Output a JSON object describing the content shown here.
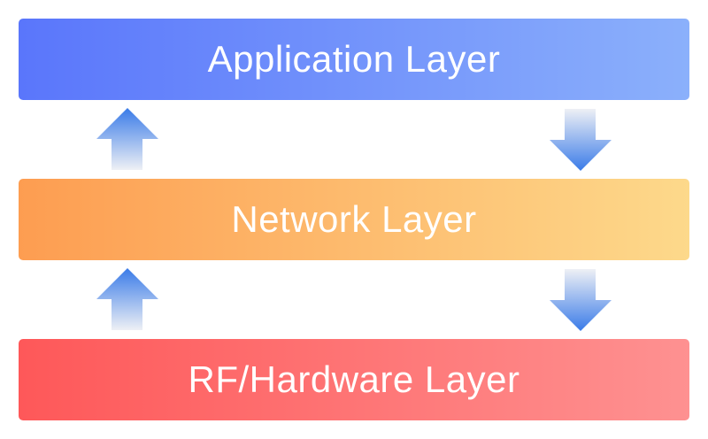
{
  "layers": [
    {
      "label": "Application Layer",
      "color_start": "#5a76fb",
      "color_end": "#8bb0fb"
    },
    {
      "label": "Network Layer",
      "color_start": "#fd9d51",
      "color_end": "#fdd98b"
    },
    {
      "label": "RF/Hardware Layer",
      "color_start": "#fe5859",
      "color_end": "#fe9191"
    }
  ],
  "arrow_color": "#3a7be8"
}
